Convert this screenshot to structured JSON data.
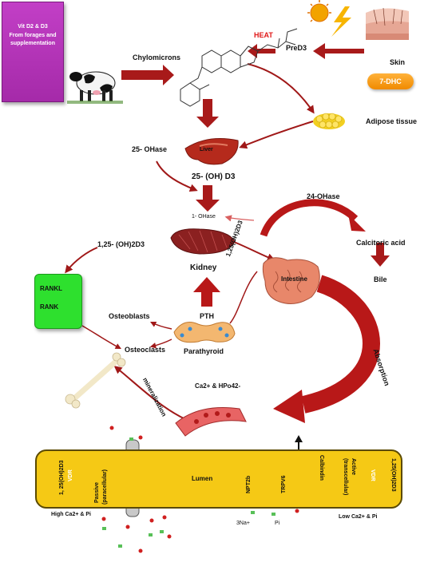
{
  "colors": {
    "arrow_red": "#a01818",
    "membrane": "#f5c915",
    "rank_box": "#2ee02e",
    "vit_box": "#b535b9",
    "vdr": "#e020e0"
  },
  "vit_box": {
    "line1": "Vit D2 & D3",
    "line2": "From forages and",
    "line3": "supplementation"
  },
  "labels": {
    "chylomicrons": "Chylomicrons",
    "heat": "HEAT",
    "pred3": "PreD3",
    "skin": "Skin",
    "dhc": "7-DHC",
    "adipose": "Adipose tissue",
    "ohase25": "25- OHase",
    "liver": "Liver",
    "oh25d3": "25- (OH) D3",
    "ohase24": "24-OHase",
    "ohase1": "1- OHase",
    "calcitoric": "Calcitoric acid",
    "bile": "Bile",
    "oh125_left": "1,25- (OH)2D3",
    "oh125_diag": "1,25(OH)2D3",
    "kidney": "Kidney",
    "intestine": "Intestine",
    "rankl": "RANKL",
    "rank": "RANK",
    "osteoblasts": "Osteoblasts",
    "osteoclasts": "Osteoclasts",
    "pth": "PTH",
    "parathyroid": "Parathyroid",
    "ca_hpo": "Ca2+ & HPo42-",
    "absorption": "Absorption",
    "mineralization": "mineralization"
  },
  "icons": [
    "cow-icon",
    "sun-icon",
    "lightning-icon",
    "skin-icon",
    "molecule-icon",
    "fat-icon",
    "liver-icon",
    "kidney-icon",
    "intestine-icon",
    "thyroid-icon",
    "bone-icon",
    "blood-vessel-icon"
  ],
  "membrane": {
    "left_vert": "1, 25(OH)2D3",
    "vdr": "VDR",
    "passive": "Passive",
    "paracellular": "(paracellular)",
    "lumen": "Lumen",
    "npt2b": "NPT2b",
    "trpv6": "TRPV6",
    "calbindin": "Calbindin",
    "active": "Active",
    "transcellular": "(transcellular)",
    "right_vert": "1,25(OH)2D3",
    "high": "High Ca2+ & Pi",
    "low": "Low Ca2+ & Pi",
    "na": "3Na+",
    "pi": "Pi"
  }
}
